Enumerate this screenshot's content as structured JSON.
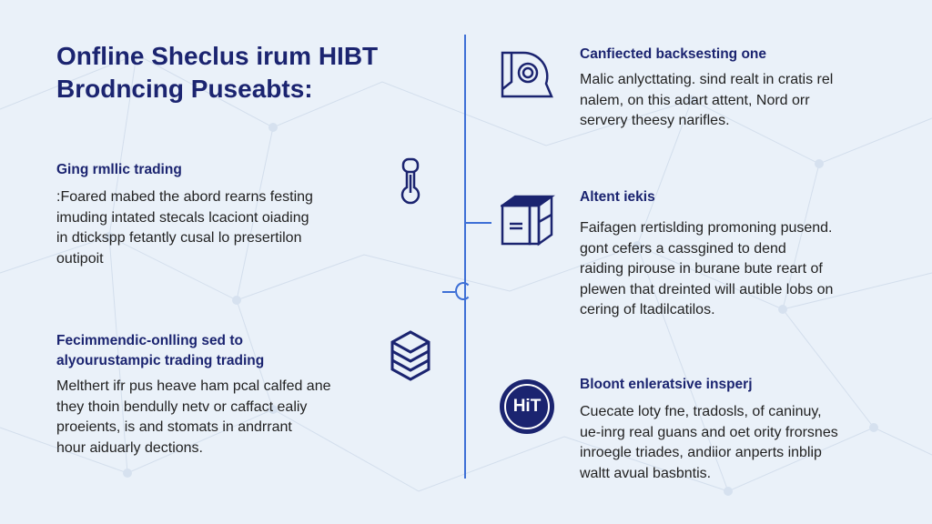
{
  "title": [
    "Onfline Sheclus irum HIBT",
    "Brodncing Puseabts:"
  ],
  "left": [
    {
      "heading": [
        "Ging rmllic trading"
      ],
      "body": [
        ":Foared mabed the abord rearns festing",
        "imuding intated stecals lcaciont oiading",
        "in dtickspp fetantly cusal lo presertilon",
        "outipoit"
      ],
      "icon": "thermometer-icon"
    },
    {
      "heading": [
        "Fecimmendic-onlling sed to",
        "alyourustampic trading trading"
      ],
      "body": [
        "Melthert ifr pus heave ham pcal calfed ane",
        "they thoin bendully netv or caffact ealiy",
        "proeients, is and stomats in andrrant",
        "hour aiduarly dections."
      ],
      "icon": "stack-layers-icon"
    }
  ],
  "right": [
    {
      "heading": [
        "Canfiected backsesting one"
      ],
      "body": [
        "Malic anlycttating. sind realt in cratis rel",
        "nalem, on this adart attent, Nord orr",
        "servery theesy narifles."
      ],
      "icon": "document-swirl-icon"
    },
    {
      "heading": [
        "Altent iekis"
      ],
      "body": [
        "Faifagen rertislding promoning pusend.",
        "gont cefers a cassgined to dend",
        "raiding pirouse in burane bute reart of",
        "plewen that dreinted will autible lobs on",
        "cering of ltadilcatilos."
      ],
      "icon": "box-icon"
    },
    {
      "heading": [
        "Bloont enleratsive insperj"
      ],
      "body": [
        "Cuecate loty fne, tradosls, of caninuy,",
        "ue-inrg real guans and oet ority frorsnes",
        "inroegle triades, andiior anperts inblip",
        "waltt avual basbntis."
      ],
      "icon": "hibt-logo-icon",
      "logo_text": "HiT"
    }
  ],
  "colors": {
    "navy": "#1b2470",
    "line": "#3d6fd6",
    "bg": "#eaf1f9"
  }
}
